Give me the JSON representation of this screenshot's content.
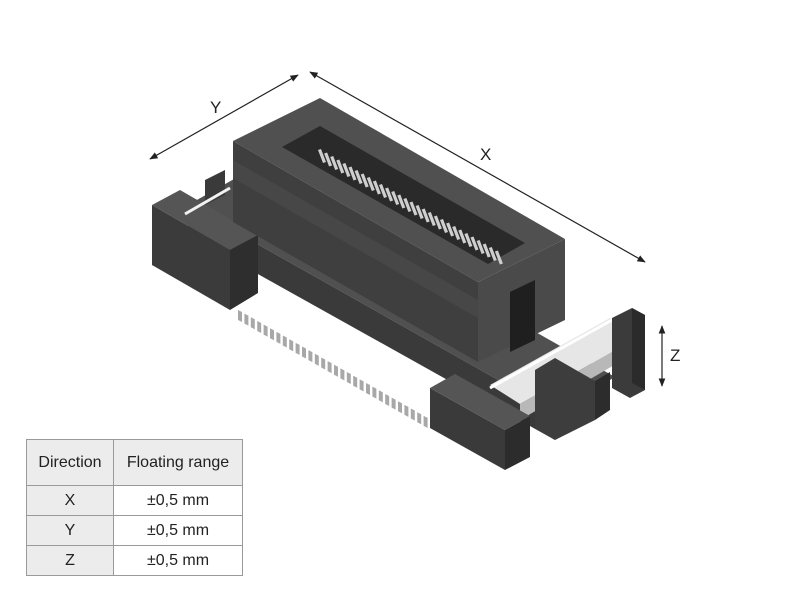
{
  "axes": {
    "x_label": "X",
    "y_label": "Y",
    "z_label": "Z"
  },
  "table": {
    "headers": [
      "Direction",
      "Floating range"
    ],
    "rows": [
      {
        "direction": "X",
        "range": "±0,5 mm"
      },
      {
        "direction": "Y",
        "range": "±0,5 mm"
      },
      {
        "direction": "Z",
        "range": "±0,5 mm"
      }
    ]
  },
  "colors": {
    "housing_dark": "#3c3c3c",
    "housing_mid": "#4a4a4a",
    "housing_light": "#585858",
    "pins": "#a8a8a8",
    "table_header_bg": "#ececec",
    "table_border": "#9a9a9a"
  }
}
